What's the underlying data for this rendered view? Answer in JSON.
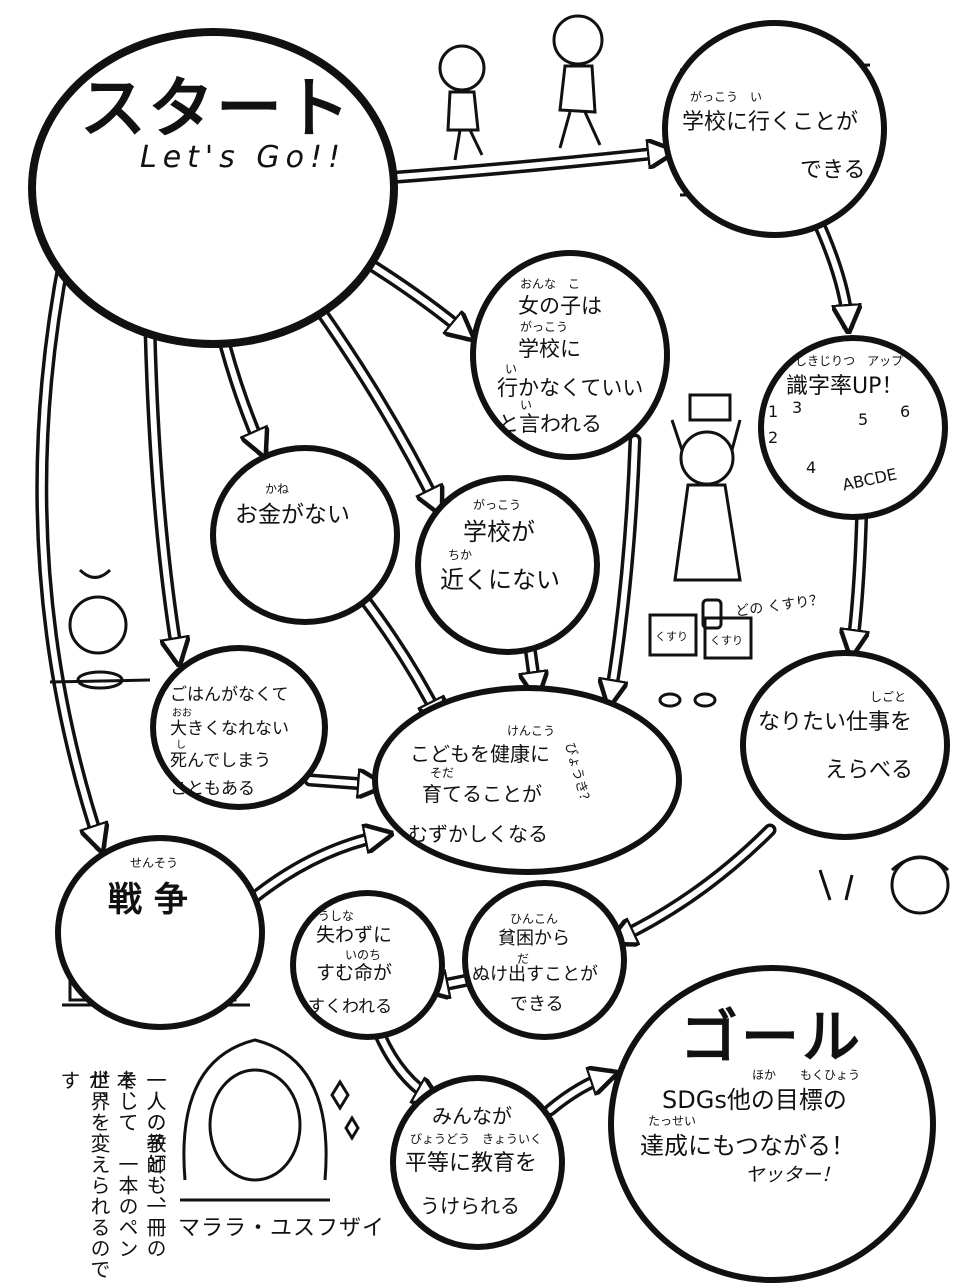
{
  "nodes": {
    "start": {
      "title": "スタート",
      "subtitle": "Let's Go!!"
    },
    "school": {
      "ruby": "がっこう　い",
      "line1": "学校に行くことが",
      "line2": "できる"
    },
    "girls": {
      "ruby1": "おんな　こ",
      "line1": "女の子は",
      "ruby2": "がっこう",
      "line2": "学校に",
      "ruby3": "い",
      "line3": "行かなくていい",
      "ruby4": "い",
      "line4": "と言われる"
    },
    "literacy": {
      "ruby": "しきじりつ　アップ",
      "line1": "識字率UP！",
      "abc": "ABCDE"
    },
    "money": {
      "ruby": "かね",
      "line1": "お金がない"
    },
    "near": {
      "ruby1": "がっこう",
      "line1": "学校が",
      "ruby2": "ちか",
      "line2": "近くにない"
    },
    "food": {
      "line1": "ごはんがなくて",
      "ruby2": "おお",
      "line2": "大きくなれない",
      "ruby3": "し",
      "line3": "死んでしまう",
      "line4": "こともある"
    },
    "health": {
      "ruby1": "けんこう",
      "line1": "こどもを健康に",
      "ruby2": "そだ",
      "line2": "育てることが",
      "line3": "むずかしくなる",
      "note": "びょうき？"
    },
    "job": {
      "ruby": "しごと",
      "line1": "なりたい仕事を",
      "line2": "えらべる"
    },
    "war": {
      "ruby": "せんそう",
      "line1": "戦 争"
    },
    "life": {
      "ruby1": "うしな",
      "line1": "失わずに",
      "ruby2": "いのち",
      "line2": "すむ命が",
      "line3": "すくわれる"
    },
    "poverty": {
      "ruby1": "ひんこん",
      "line1": "貧困から",
      "ruby2": "だ",
      "line2": "ぬけ出すことが",
      "line3": "できる"
    },
    "goal": {
      "title": "ゴール",
      "ruby": "ほか　　もくひょう",
      "line1": "SDGs他の目標の",
      "ruby2": "たっせい",
      "line2": "達成にもつながる！",
      "cheer": "ヤッター！"
    },
    "equal": {
      "line1": "みんなが",
      "ruby": "びょうどう　きょういく",
      "line2": "平等に教育を",
      "line3": "うけられる"
    }
  },
  "labels": {
    "medicine_question": "どの くすり？",
    "medicine_tag1": "くすり",
    "medicine_tag2": "くすり",
    "numbers": [
      "1",
      "2",
      "3",
      "4",
      "5",
      "6"
    ]
  },
  "quote": {
    "col1": "一人の子ども、",
    "col2": "一人の教師、一冊の本、",
    "col3": "そして　一本のペンが、",
    "col4": "世界を変えられるのです",
    "author": "マララ・ユスフザイ"
  }
}
